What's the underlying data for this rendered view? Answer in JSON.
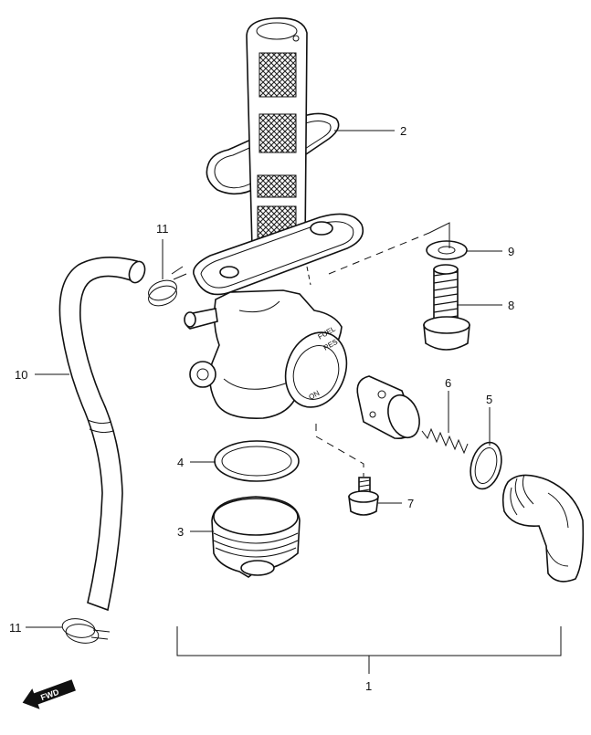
{
  "callouts": [
    {
      "id": "1",
      "label": "1"
    },
    {
      "id": "2",
      "label": "2"
    },
    {
      "id": "3",
      "label": "3"
    },
    {
      "id": "4",
      "label": "4"
    },
    {
      "id": "5",
      "label": "5"
    },
    {
      "id": "6",
      "label": "6"
    },
    {
      "id": "7",
      "label": "7"
    },
    {
      "id": "8",
      "label": "8"
    },
    {
      "id": "9",
      "label": "9"
    },
    {
      "id": "10",
      "label": "10"
    },
    {
      "id": "11a",
      "label": "11"
    },
    {
      "id": "11b",
      "label": "11"
    }
  ],
  "fwd_badge": "FWD",
  "cock_markings": {
    "line1": "FUEL",
    "line2": "RES",
    "line3": "ON"
  }
}
